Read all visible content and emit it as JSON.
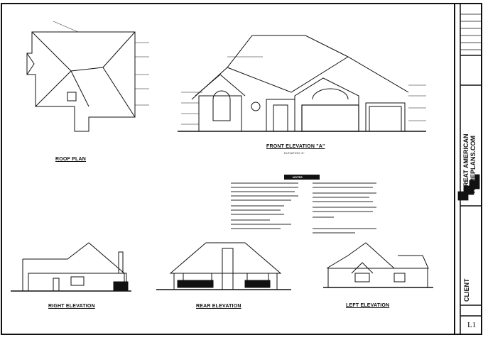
{
  "drawings": {
    "roof_plan": "ROOF PLAN",
    "front_elevation": "FRONT ELEVATION \"A\"",
    "front_scale": "ELEVATION \"A\"",
    "right_elevation": "RIGHT ELEVATION",
    "rear_elevation": "REAR ELEVATION",
    "left_elevation": "LEFT ELEVATION",
    "notes_title": "NOTES"
  },
  "title_block": {
    "company_line1": "GREAT AMERICAN",
    "company_line2": "HOMEPLANS.COM",
    "client_label": "CLIENT",
    "sheet_number": "L1"
  }
}
